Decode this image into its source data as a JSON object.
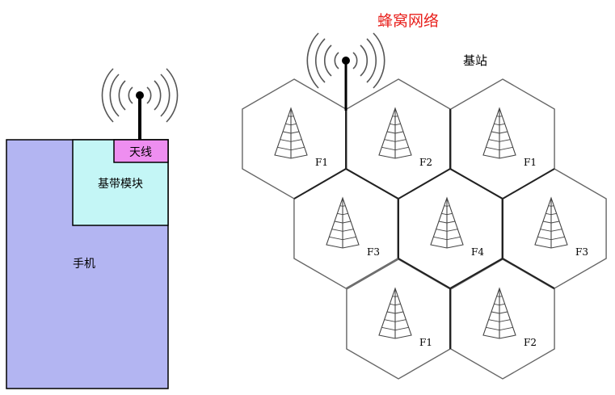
{
  "title": "蜂窝网络",
  "title_color": "#e8211d",
  "phone": {
    "label": "手机",
    "color": "#b3b5f2",
    "baseband": {
      "label": "基带模块",
      "color": "#c4f6f6"
    },
    "antenna": {
      "label": "天线",
      "color": "#ee8ef0"
    }
  },
  "network": {
    "base_station_label": "基站",
    "cells": [
      {
        "id": "c1",
        "label": "F1"
      },
      {
        "id": "c2",
        "label": "F2"
      },
      {
        "id": "c3",
        "label": "F1"
      },
      {
        "id": "c4",
        "label": "F3"
      },
      {
        "id": "c5",
        "label": "F4"
      },
      {
        "id": "c6",
        "label": "F3"
      },
      {
        "id": "c7",
        "label": "F1"
      },
      {
        "id": "c8",
        "label": "F2"
      }
    ]
  },
  "icons": {
    "antenna": "antenna-signal-icon",
    "tower": "cell-tower-icon"
  }
}
